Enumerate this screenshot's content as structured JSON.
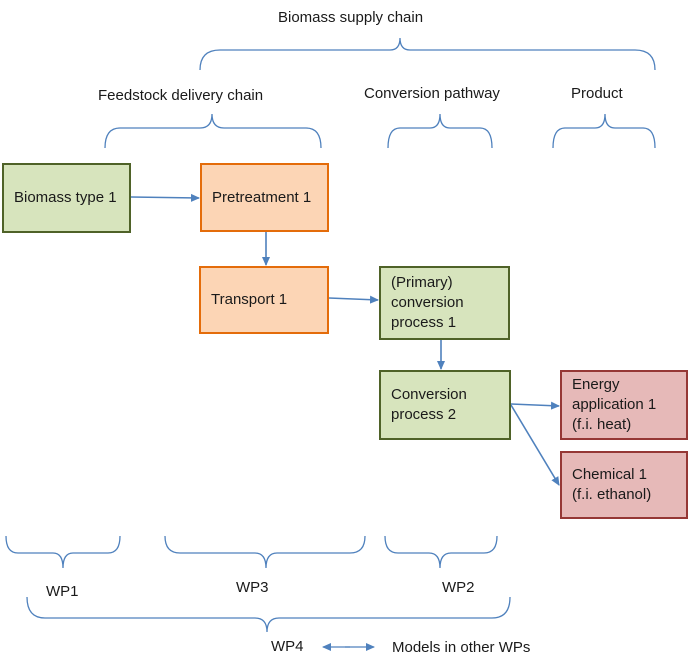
{
  "header": {
    "supply_chain": "Biomass supply chain",
    "feedstock_chain": "Feedstock delivery chain",
    "conversion_pathway": "Conversion pathway",
    "product": "Product"
  },
  "nodes": {
    "biomass_type_1": "Biomass type 1",
    "pretreatment_1": "Pretreatment 1",
    "transport_1": "Transport 1",
    "primary_conversion": "(Primary)\nconversion\nprocess 1",
    "conversion_2": "Conversion\nprocess 2",
    "energy_application": "Energy\napplication 1\n(f.i. heat)",
    "chemical_1": "Chemical 1\n(f.i. ethanol)"
  },
  "work_packages": {
    "wp1": "WP1",
    "wp3": "WP3",
    "wp2": "WP2",
    "wp4": "WP4",
    "other_models": "Models in other WPs"
  },
  "colors": {
    "bracket": "#4f81bd",
    "arrow": "#4f81bd",
    "green_fill": "#d7e4bd",
    "green_border": "#4f6228",
    "orange_fill": "#fcd5b5",
    "orange_border": "#e46c0a",
    "red_fill": "#e6b9b8",
    "red_border": "#953735"
  }
}
